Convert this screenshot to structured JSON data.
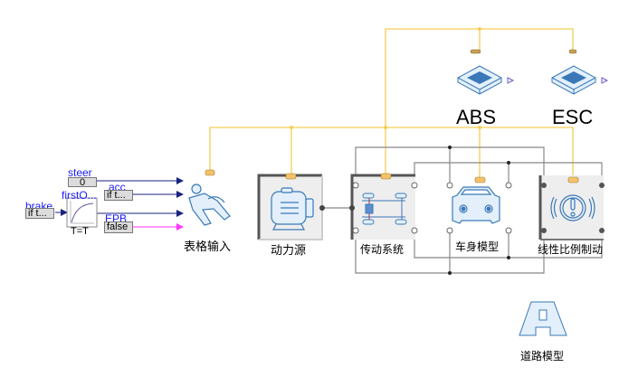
{
  "diagram": {
    "title": "Vehicle braking model",
    "sources": {
      "steer": {
        "name": "steer",
        "value": "0"
      },
      "acc": {
        "name": "acc",
        "value": "if t..."
      },
      "brake": {
        "name": "brake",
        "value": "if t..."
      },
      "firstOrder": {
        "name": "firstO...",
        "param": "T=T"
      },
      "epb": {
        "name": "EPB",
        "value": "false"
      }
    },
    "blocks": {
      "table_input": {
        "label": "表格输入"
      },
      "power_source": {
        "label": "动力源"
      },
      "drivetrain": {
        "label": "传动系统"
      },
      "vehicle_body": {
        "label": "车身模型"
      },
      "linear_brake": {
        "label": "线性比例制动"
      },
      "road": {
        "label": "道路模型"
      },
      "abs": {
        "label": "ABS"
      },
      "esc": {
        "label": "ESC"
      }
    },
    "colors": {
      "bus": "#f5cd55",
      "signal": "#1a237e",
      "boolean_signal": "#ff33ff",
      "mech": "#888888",
      "icon_blue": "#3a78b8",
      "icon_fill": "#e3f0fb",
      "block_bg": "#eeeeee"
    }
  }
}
